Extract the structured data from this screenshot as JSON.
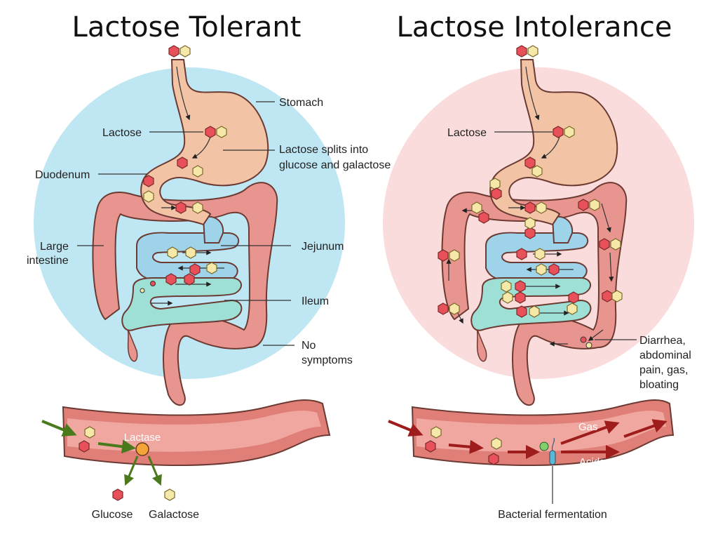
{
  "titles": {
    "left": "Lactose Tolerant",
    "right": "Lactose Intolerance"
  },
  "labels": {
    "stomach": "Stomach",
    "lactose_left": "Lactose",
    "lactose_right": "Lactose",
    "splits_line1": "Lactose splits into",
    "splits_line2": "glucose and galactose",
    "duodenum": "Duodenum",
    "large_intestine_line1": "Large",
    "large_intestine_line2": "intestine",
    "jejunum": "Jejunum",
    "ileum": "Ileum",
    "no_symptoms_line1": "No",
    "no_symptoms_line2": "symptoms",
    "symptoms_line1": "Diarrhea,",
    "symptoms_line2": "abdominal",
    "symptoms_line3": "pain, gas,",
    "symptoms_line4": "bloating",
    "lactase": "Lactase",
    "glucose": "Glucose",
    "galactose": "Galactose",
    "gas": "Gas",
    "acids": "Acids",
    "bacterial_fermentation": "Bacterial fermentation"
  },
  "colors": {
    "left_circle": "#bfe6f3",
    "right_circle": "#fbdcdc",
    "stomach": "#f2c3a4",
    "large_intestine": "#e8958f",
    "jejunum": "#9fd3ea",
    "ileum": "#9fe0d6",
    "glucose": "#e8505a",
    "galactose": "#f6e8a8",
    "lactase_enzyme": "#f4a53a",
    "green_arrow": "#4a7a1c",
    "red_arrow": "#9e1c1c"
  },
  "icons": {
    "glucose": "hexagon-red-icon",
    "galactose": "hexagon-yellow-icon",
    "bacteria": "bacteria-icon"
  }
}
